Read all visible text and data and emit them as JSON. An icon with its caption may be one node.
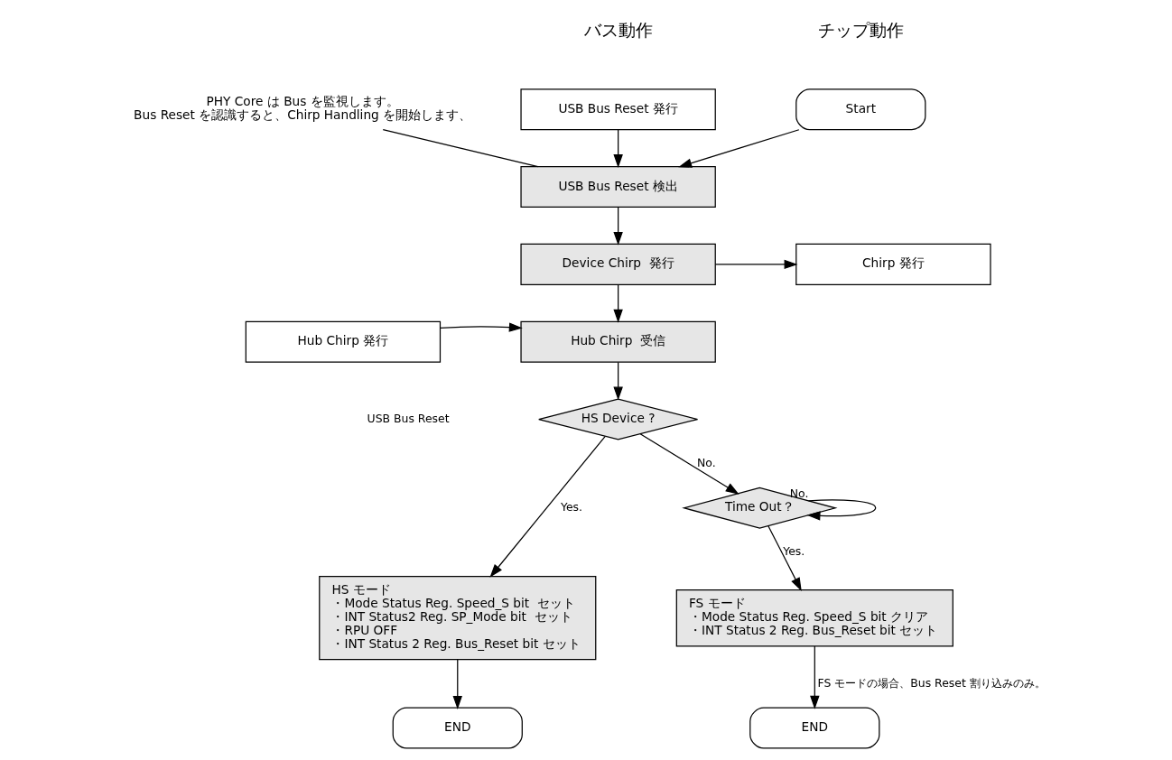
{
  "diagram": {
    "nodes": [
      {
        "text": [
          "USB Bus Reset 発行"
        ]
      },
      {
        "text": [
          "Start"
        ]
      },
      {
        "text": [
          "USB Bus Reset 検出"
        ]
      },
      {
        "text": [
          "Chirp 発行"
        ]
      },
      {
        "text": [
          "Device Chirp  発行"
        ]
      },
      {
        "text": [
          "Hub Chirp 発行"
        ]
      },
      {
        "text": [
          "Hub Chirp  受信"
        ]
      },
      {
        "text": [
          "HS Device ?"
        ]
      },
      {
        "text": [
          "Time Out？"
        ]
      },
      {
        "text": [
          "HS モード",
          "・Mode Status Reg. Speed_S bit  セット",
          "・INT Status2 Reg. SP_Mode bit  セット",
          "・RPU OFF",
          "・INT Status 2 Reg. Bus_Reset bit セット"
        ]
      },
      {
        "text": [
          "FS モード",
          "・Mode Status Reg. Speed_S bit クリア",
          "・INT Status 2 Reg. Bus_Reset bit セット"
        ]
      },
      {
        "text": [
          "END"
        ]
      },
      {
        "text": [
          "END"
        ]
      },
      {
        "text": [
          "PHY Core は Bus を監視します。",
          "Bus Reset を認識すると、Chirp Handling を開始します、"
        ]
      }
    ],
    "edges": [
      {
        "from": 0,
        "to": 2,
        "arrow": "to"
      },
      {
        "from": 1,
        "to": 2,
        "arrow": "to"
      },
      {
        "from": 2,
        "to": 4,
        "arrow": "to"
      },
      {
        "from": 4,
        "to": 3,
        "arrow": "to"
      },
      {
        "from": 4,
        "to": 6,
        "arrow": "to"
      },
      {
        "from": 5,
        "to": 6,
        "arrow": "to"
      },
      {
        "from": 6,
        "to": 7,
        "arrow": "to"
      },
      {
        "from": 7,
        "to": 9,
        "arrow": "to",
        "label": "Yes."
      },
      {
        "from": 7,
        "to": 8,
        "arrow": "to",
        "label": "No."
      },
      {
        "from": 8,
        "to": 8,
        "arrow": "to",
        "label": "No."
      },
      {
        "from": 8,
        "to": 10,
        "arrow": "to",
        "label": "Yes."
      },
      {
        "from": 9,
        "to": 11,
        "arrow": "to"
      },
      {
        "from": 10,
        "to": 12,
        "arrow": "to",
        "label": "FS モードの場合、Bus Reset 割り込みのみ。"
      },
      {
        "from": 2,
        "to": 13,
        "arrow": "none"
      }
    ],
    "labels": [
      "バス動作",
      "チップ動作",
      "USB Bus Reset"
    ]
  }
}
